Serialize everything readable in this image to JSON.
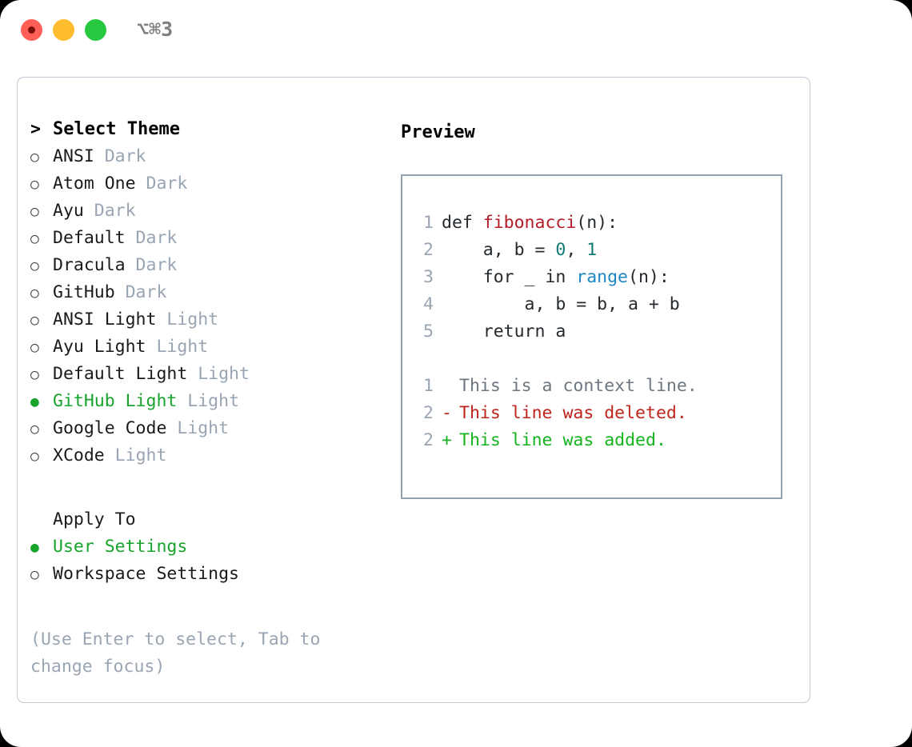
{
  "window": {
    "title": "⌥⌘3",
    "traffic_lights": [
      "close",
      "minimize",
      "maximize"
    ]
  },
  "left": {
    "heading": {
      "marker": ">",
      "label": "Select Theme"
    },
    "themes": [
      {
        "marker": "○",
        "name": "ANSI",
        "variant": "Dark",
        "selected": false
      },
      {
        "marker": "○",
        "name": "Atom One",
        "variant": "Dark",
        "selected": false
      },
      {
        "marker": "○",
        "name": "Ayu",
        "variant": "Dark",
        "selected": false
      },
      {
        "marker": "○",
        "name": "Default",
        "variant": "Dark",
        "selected": false
      },
      {
        "marker": "○",
        "name": "Dracula",
        "variant": "Dark",
        "selected": false
      },
      {
        "marker": "○",
        "name": "GitHub",
        "variant": "Dark",
        "selected": false
      },
      {
        "marker": "○",
        "name": "ANSI Light",
        "variant": "Light",
        "selected": false
      },
      {
        "marker": "○",
        "name": "Ayu Light",
        "variant": "Light",
        "selected": false
      },
      {
        "marker": "○",
        "name": "Default Light",
        "variant": "Light",
        "selected": false
      },
      {
        "marker": "●",
        "name": "GitHub Light",
        "variant": "Light",
        "selected": true
      },
      {
        "marker": "○",
        "name": "Google Code",
        "variant": "Light",
        "selected": false
      },
      {
        "marker": "○",
        "name": "XCode",
        "variant": "Light",
        "selected": false
      }
    ],
    "apply_to": {
      "heading": "Apply To",
      "options": [
        {
          "marker": "●",
          "label": "User Settings",
          "selected": true
        },
        {
          "marker": "○",
          "label": "Workspace Settings",
          "selected": false
        }
      ]
    },
    "hint": "(Use Enter to select, Tab to change focus)"
  },
  "right": {
    "preview_title": "Preview",
    "code": [
      {
        "lineno": "1",
        "parts": [
          {
            "text": "def ",
            "kind": "plain"
          },
          {
            "text": "fibonacci",
            "kind": "fn"
          },
          {
            "text": "(n):",
            "kind": "plain"
          }
        ]
      },
      {
        "lineno": "2",
        "parts": [
          {
            "text": "    a, b = ",
            "kind": "plain"
          },
          {
            "text": "0",
            "kind": "num"
          },
          {
            "text": ", ",
            "kind": "plain"
          },
          {
            "text": "1",
            "kind": "num"
          }
        ]
      },
      {
        "lineno": "3",
        "parts": [
          {
            "text": "    for _ in ",
            "kind": "plain"
          },
          {
            "text": "range",
            "kind": "call"
          },
          {
            "text": "(n):",
            "kind": "plain"
          }
        ]
      },
      {
        "lineno": "4",
        "parts": [
          {
            "text": "        a, b = b, a + b",
            "kind": "plain"
          }
        ]
      },
      {
        "lineno": "5",
        "parts": [
          {
            "text": "    return a",
            "kind": "plain"
          }
        ]
      }
    ],
    "diff": [
      {
        "lineno": "1",
        "sign": " ",
        "text": "This is a context line.",
        "kind": "ctx"
      },
      {
        "lineno": "2",
        "sign": "-",
        "text": "This line was deleted.",
        "kind": "del"
      },
      {
        "lineno": "2",
        "sign": "+",
        "text": "This line was added.",
        "kind": "add"
      }
    ]
  },
  "colors": {
    "accent_green": "#18a42c",
    "muted": "#9aa5b4",
    "border": "#93a1b0",
    "panel_border": "#c2c9d6",
    "diff_add": "#16b41e",
    "diff_del": "#c0251c",
    "syntax_fn": "#b31d28",
    "syntax_num": "#0f7b74",
    "syntax_call": "#1f87c7"
  }
}
